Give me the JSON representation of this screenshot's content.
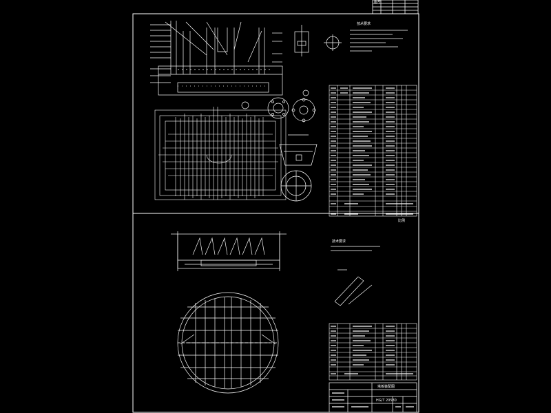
{
  "drawing": {
    "corner_label": "图号",
    "scale_mark": "比例",
    "notes_title_upper": "技术要求",
    "notes_title_lower": "技术要求",
    "title_block_name": "塔板装配图",
    "title_block_code": "HG/T 20580"
  },
  "colors": {
    "background": "#000000",
    "line": "#ffffff"
  }
}
